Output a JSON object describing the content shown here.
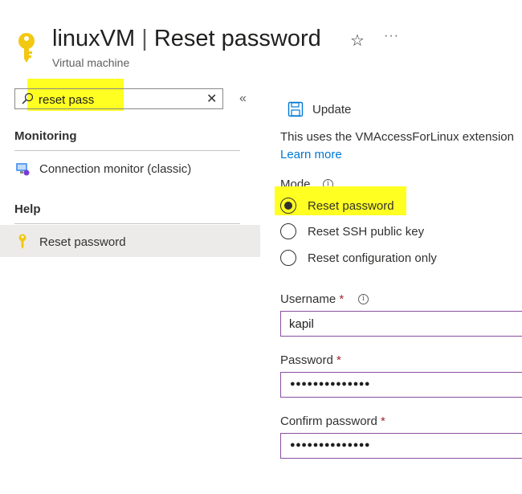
{
  "header": {
    "title_resource": "linuxVM",
    "title_separator": "|",
    "title_blade": "Reset password",
    "subtitle": "Virtual machine",
    "favorite_glyph": "☆",
    "more_glyph": "···"
  },
  "search": {
    "value": "reset pass",
    "clear_glyph": "✕",
    "collapse_glyph": "«"
  },
  "nav": {
    "sections": [
      {
        "heading": "Monitoring",
        "items": [
          {
            "label": "Connection monitor (classic)",
            "icon": "monitor-icon"
          }
        ]
      },
      {
        "heading": "Help",
        "items": [
          {
            "label": "Reset password",
            "icon": "key-icon",
            "selected": true
          }
        ]
      }
    ]
  },
  "toolbar": {
    "update_label": "Update"
  },
  "content": {
    "description": "This uses the VMAccessForLinux extension",
    "learn_more": "Learn more",
    "mode_label": "Mode",
    "info_glyph": "i",
    "mode_options": [
      {
        "label": "Reset password",
        "selected": true
      },
      {
        "label": "Reset SSH public key",
        "selected": false
      },
      {
        "label": "Reset configuration only",
        "selected": false
      }
    ],
    "username_label": "Username",
    "username_value": "kapil",
    "password_label": "Password",
    "password_mask": "●●●●●●●●●●●●●●",
    "confirm_label": "Confirm password",
    "confirm_mask": "●●●●●●●●●●●●●●",
    "required_marker": "*"
  },
  "colors": {
    "highlight": "#ffff21",
    "link": "#0078d4",
    "required": "#a4262c",
    "field_border": "#8a4fa0",
    "key_gold": "#f2c811"
  }
}
